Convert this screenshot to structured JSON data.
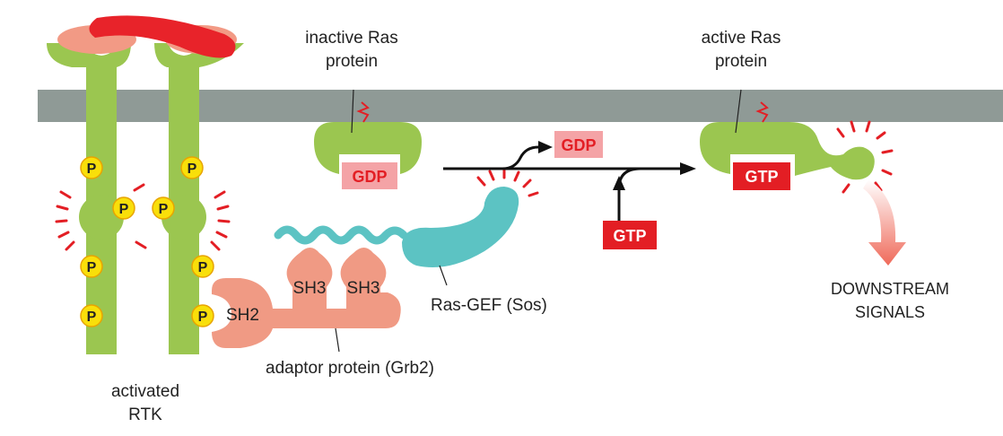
{
  "labels": {
    "inactive_ras_line1": "inactive Ras",
    "inactive_ras_line2": "protein",
    "active_ras_line1": "active Ras",
    "active_ras_line2": "protein",
    "ras_gef": "Ras-GEF (Sos)",
    "adaptor": "adaptor protein (Grb2)",
    "rtk_line1": "activated",
    "rtk_line2": "RTK",
    "downstream_line1": "DOWNSTREAM",
    "downstream_line2": "SIGNALS",
    "sh2": "SH2",
    "sh3": "SH3",
    "phospho": "P",
    "gdp": "GDP",
    "gtp": "GTP"
  },
  "colors": {
    "membrane": "#8f9a96",
    "receptor_green": "#9bc650",
    "ligand_red": "#e8232a",
    "ligand_pink": "#f29a85",
    "adaptor_salmon": "#f09a84",
    "sos_teal": "#5cc3c3",
    "phospho_yellow": "#f9df0a",
    "gdp_pink": "#f4a3a6",
    "gtp_red": "#e31e24",
    "ray_red": "#e31e24"
  }
}
